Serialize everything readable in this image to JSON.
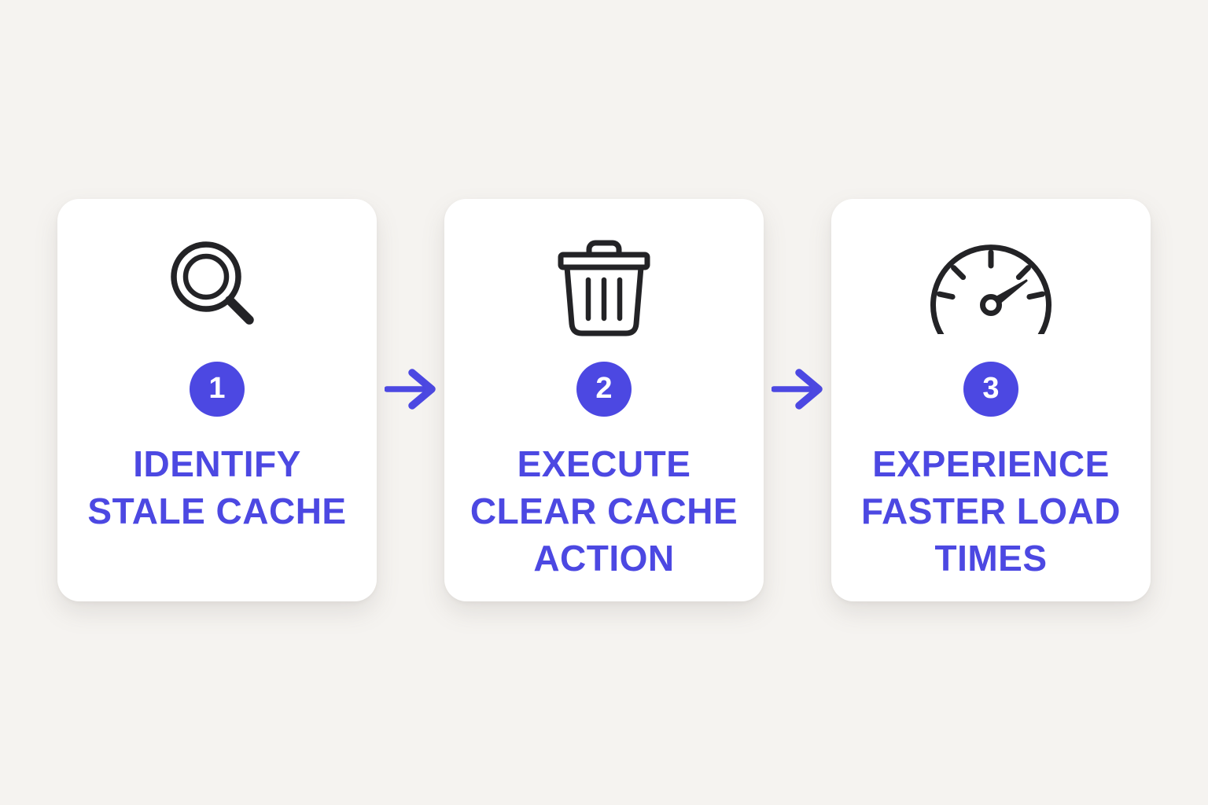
{
  "diagram": {
    "kind": "three-step-process-flow",
    "colors": {
      "background": "#f5f3f0",
      "card": "#ffffff",
      "accent": "#4c48e2",
      "icon_stroke": "#232326",
      "badge_text": "#ffffff"
    },
    "steps": [
      {
        "number": "1",
        "icon": "magnifier-search-icon",
        "title": "IDENTIFY\nSTALE CACHE"
      },
      {
        "number": "2",
        "icon": "trash-delete-icon",
        "title": "EXECUTE\nCLEAR CACHE\nACTION"
      },
      {
        "number": "3",
        "icon": "speedometer-gauge-icon",
        "title": "EXPERIENCE\nFASTER LOAD\nTIMES"
      }
    ],
    "connectors": [
      {
        "icon": "arrow-right-icon"
      },
      {
        "icon": "arrow-right-icon"
      }
    ]
  }
}
